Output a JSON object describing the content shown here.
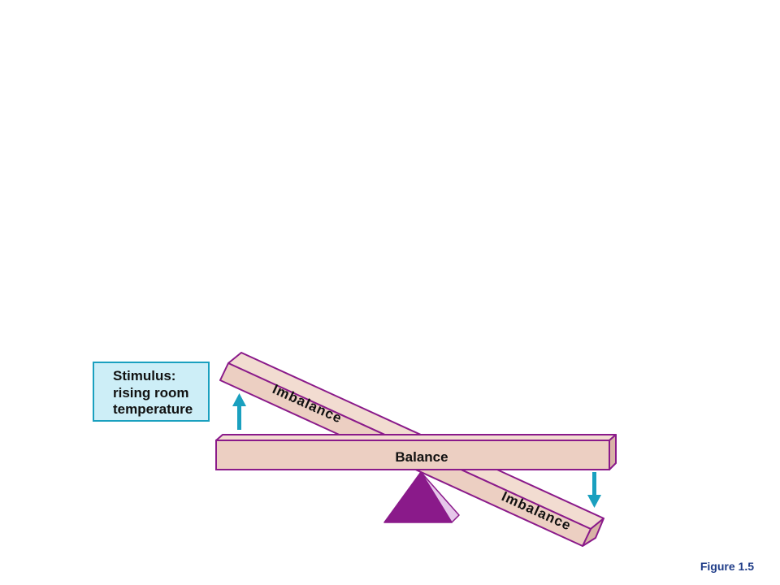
{
  "stimulus": {
    "line1": "Stimulus:",
    "line2": "rising room",
    "line3": "temperature"
  },
  "beams": {
    "balance_label": "Balance",
    "imbalance_upper_label": "Imbalance",
    "imbalance_lower_label": "Imbalance"
  },
  "figure_label": "Figure 1.5",
  "colors": {
    "beam_fill": "#eccfc2",
    "beam_outline": "#8a1a8a",
    "fulcrum": "#8a1a8a",
    "arrow": "#1aa0bf",
    "stimulus_box_fill": "#cdeef7",
    "figure_label": "#1f3c88"
  }
}
